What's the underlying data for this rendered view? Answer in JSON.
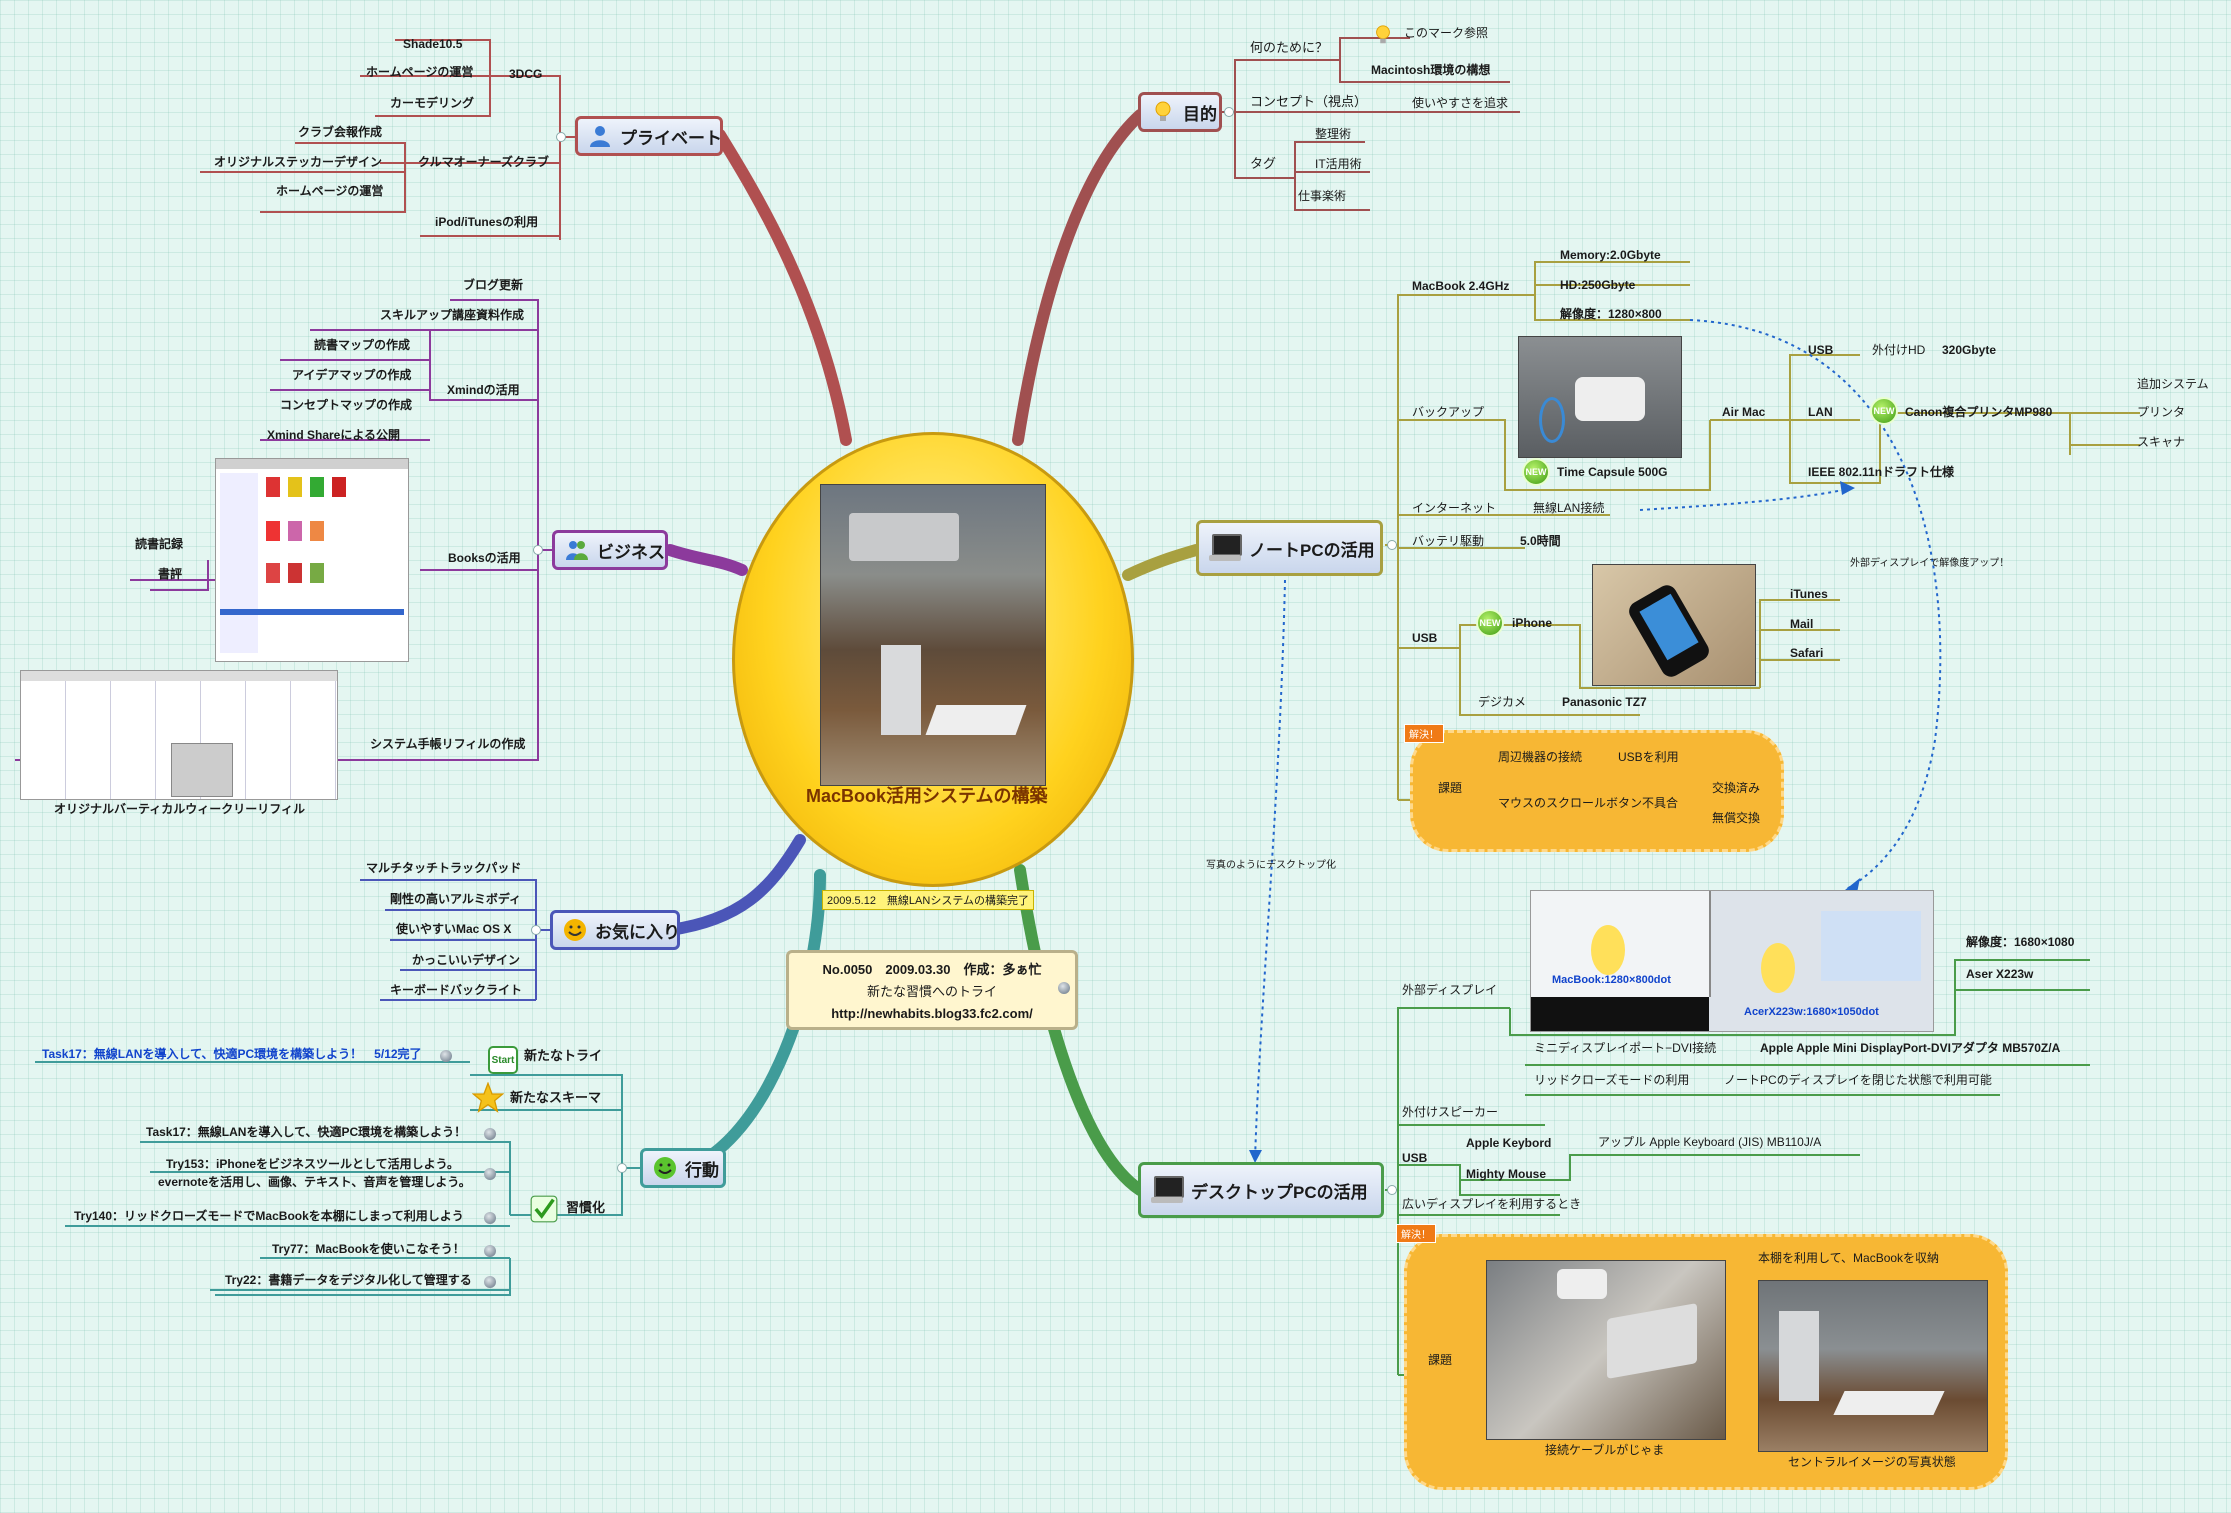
{
  "center": {
    "title": "MacBook活用システムの構築",
    "status_note": "2009.5.12　無線LANシステムの構築完了",
    "info_line1": "No.0050　2009.03.30　作成：多ぁ忙",
    "info_line2": "新たな習慣へのトライ",
    "info_line3": "http://newhabits.blog33.fc2.com/"
  },
  "private": {
    "label": "プライベート",
    "dcg": "3DCG",
    "shade": "Shade10.5",
    "hp1": "ホームページの運営",
    "car_modeling": "カーモデリング",
    "club": "クルマオーナーズクラブ",
    "club_member": "クラブ会報作成",
    "sticker": "オリジナルステッカーデザイン",
    "hp2": "ホームページの運営",
    "ipod": "iPod/iTunesの利用"
  },
  "business": {
    "label": "ビジネス",
    "blog": "ブログ更新",
    "skillup": "スキルアップ講座資料作成",
    "xmind": "Xmindの活用",
    "reading_map": "読書マップの作成",
    "idea_map": "アイデアマップの作成",
    "concept_map": "コンセプトマップの作成",
    "xmind_share": "Xmind Shareによる公開",
    "books": "Booksの活用",
    "reading_log": "読書記録",
    "review": "書評",
    "refill": "システム手帳リフィルの作成",
    "vertical_refill": "オリジナルバーティカルウィークリーリフィル"
  },
  "favorites": {
    "label": "お気に入り",
    "items": [
      "マルチタッチトラックパッド",
      "剛性の高いアルミボディ",
      "使いやすいMac OS X",
      "かっこいいデザイン",
      "キーボードバックライト"
    ]
  },
  "action": {
    "label": "行動",
    "new_try": "新たなトライ",
    "start_badge": "Start",
    "task17_try": "Task17：無線LANを導入して、快適PC環境を構築しよう！　5/12完了",
    "new_schema": "新たなスキーマ",
    "habit": "習慣化",
    "task17": "Task17：無線LANを導入して、快適PC環境を構築しよう！",
    "try153_1": "Try153：iPhoneをビジネスツールとして活用しよう。",
    "try153_2": "evernoteを活用し、画像、テキスト、音声を管理しよう。",
    "try140": "Try140：リッドクローズモードでMacBookを本棚にしまって利用しよう",
    "try77": "Try77：MacBookを使いこなそう！",
    "try22": "Try22：書籍データをデジタル化して管理する"
  },
  "purpose": {
    "label": "目的",
    "why": "何のために？",
    "mark": "このマーク参照",
    "mac_concept": "Macintosh環境の構想",
    "concept": "コンセプト（視点）",
    "usability": "使いやすさを追求",
    "tag": "タグ",
    "tag1": "整理術",
    "tag2": "IT活用術",
    "tag3": "仕事楽術"
  },
  "notebook": {
    "label": "ノートPCの活用",
    "macbook": "MacBook 2.4GHz",
    "memory": "Memory:2.0Gbyte",
    "hd": "HD:250Gbyte",
    "resolution": "解像度：1280×800",
    "backup": "バックアップ",
    "time_capsule": "Time Capsule 500G",
    "airmac": "Air Mac",
    "usb": "USB",
    "ext_hd": "外付けHD",
    "gb320": "320Gbyte",
    "lan": "LAN",
    "canon": "Canon複合プリンタMP980",
    "add_system": "追加システム",
    "printer": "プリンタ",
    "scanner": "スキャナ",
    "ieee": "IEEE 802.11nドラフト仕様",
    "internet": "インターネット",
    "wireless": "無線LAN接続",
    "battery": "バッテリ駆動",
    "hours": "5.0時間",
    "usb2": "USB",
    "iphone": "iPhone",
    "itunes": "iTunes",
    "mail": "Mail",
    "safari": "Safari",
    "digicam": "デジカメ",
    "panasonic": "Panasonic TZ7",
    "solved": "解決！",
    "issue": "課題",
    "peripheral": "周辺機器の接続",
    "use_usb": "USBを利用",
    "mouse": "マウスのスクロールボタン不具合",
    "exchanged": "交換済み",
    "free_exchange": "無償交換",
    "ext_display_note": "外部ディスプレイで解像度アップ！",
    "desktop_note": "写真のようにデスクトップ化",
    "new_badge": "NEW"
  },
  "desktop": {
    "label": "デスクトップPCの活用",
    "ext_display": "外部ディスプレイ",
    "macbook_res": "MacBook:1280×800dot",
    "acer_res": "AcerX223w:1680×1050dot",
    "resolution": "解像度：1680×1080",
    "acer": "Aser X223w",
    "dvi": "ミニディスプレイポート−DVI接続",
    "dvi_adapter": "Apple Apple Mini DisplayPort-DVIアダプタ MB570Z/A",
    "lid": "リッドクローズモードの利用",
    "lid_desc": "ノートPCのディスプレイを閉じた状態で利用可能",
    "speaker": "外付けスピーカー",
    "usb": "USB",
    "keyboard": "Apple Keybord",
    "keyboard_model": "アップル Apple Keyboard (JIS) MB110J/A",
    "mouse": "Mighty Mouse",
    "wide_display": "広いディスプレイを利用するとき",
    "solved": "解決！",
    "issue": "課題",
    "bookshelf": "本棚を利用して、MacBookを収納",
    "cable": "接続ケーブルがじゃま",
    "central_image": "セントラルイメージの写真状態"
  },
  "colors": {
    "private": "#b05050",
    "business": "#8c3a9c",
    "favorites": "#4b56b8",
    "action": "#3f9c9a",
    "purpose": "#a05050",
    "notebook": "#a8a040",
    "desktop": "#4a9c4a",
    "dotted": "#2266cc"
  }
}
